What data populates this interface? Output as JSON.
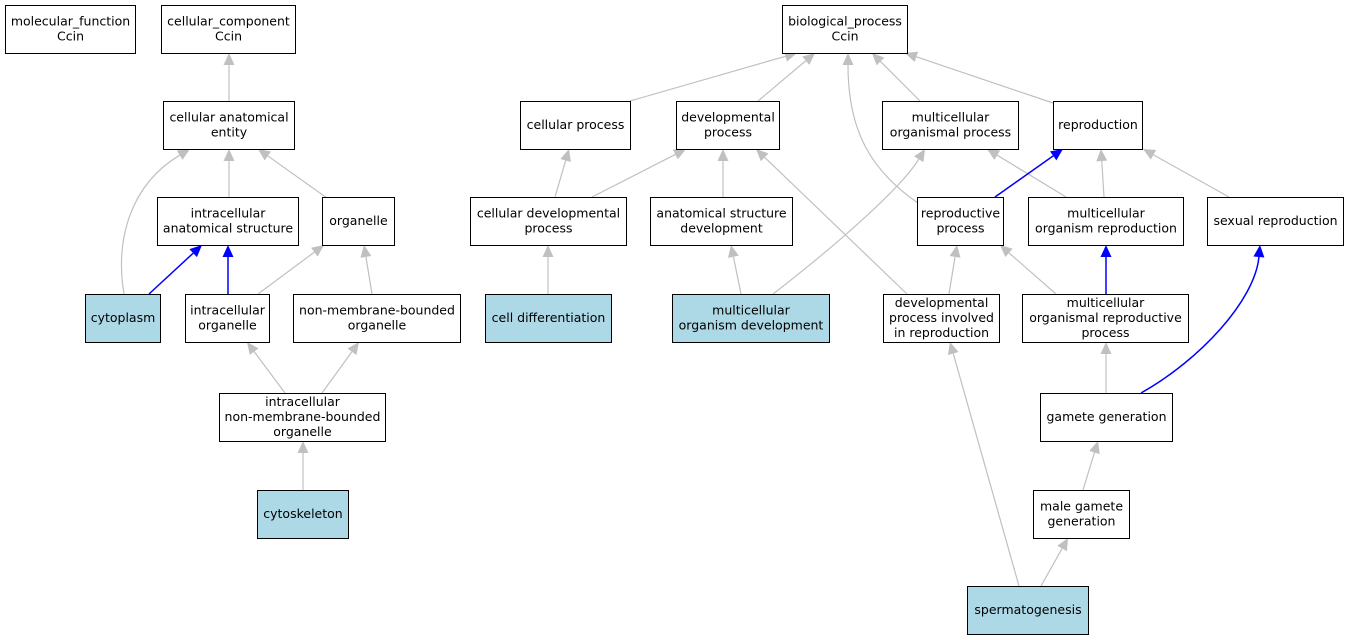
{
  "colors": {
    "node_default_fill": "#ffffff",
    "node_highlight_fill": "#add8e6",
    "edge_default": "#c0c0c0",
    "edge_highlight": "#0000ff"
  },
  "nodes": [
    {
      "id": "molecular-function",
      "lines": [
        "molecular_function",
        "Ccin"
      ],
      "highlight": false
    },
    {
      "id": "cellular-component",
      "lines": [
        "cellular_component",
        "Ccin"
      ],
      "highlight": false
    },
    {
      "id": "biological-process",
      "lines": [
        "biological_process",
        "Ccin"
      ],
      "highlight": false
    },
    {
      "id": "cellular-anatomical-entity",
      "lines": [
        "cellular anatomical",
        "entity"
      ],
      "highlight": false
    },
    {
      "id": "cellular-process",
      "lines": [
        "cellular process"
      ],
      "highlight": false
    },
    {
      "id": "developmental-process",
      "lines": [
        "developmental",
        "process"
      ],
      "highlight": false
    },
    {
      "id": "multicellular-organismal-process",
      "lines": [
        "multicellular",
        "organismal process"
      ],
      "highlight": false
    },
    {
      "id": "reproduction",
      "lines": [
        "reproduction"
      ],
      "highlight": false
    },
    {
      "id": "intracellular-anatomical-structure",
      "lines": [
        "intracellular",
        "anatomical structure"
      ],
      "highlight": false
    },
    {
      "id": "organelle",
      "lines": [
        "organelle"
      ],
      "highlight": false
    },
    {
      "id": "cellular-developmental-process",
      "lines": [
        "cellular developmental",
        "process"
      ],
      "highlight": false
    },
    {
      "id": "anatomical-structure-development",
      "lines": [
        "anatomical structure",
        "development"
      ],
      "highlight": false
    },
    {
      "id": "reproductive-process",
      "lines": [
        "reproductive",
        "process"
      ],
      "highlight": false
    },
    {
      "id": "multicellular-organism-reproduction",
      "lines": [
        "multicellular",
        "organism reproduction"
      ],
      "highlight": false
    },
    {
      "id": "sexual-reproduction",
      "lines": [
        "sexual reproduction"
      ],
      "highlight": false
    },
    {
      "id": "cytoplasm",
      "lines": [
        "cytoplasm"
      ],
      "highlight": true
    },
    {
      "id": "intracellular-organelle",
      "lines": [
        "intracellular",
        "organelle"
      ],
      "highlight": false
    },
    {
      "id": "non-membrane-bounded-organelle",
      "lines": [
        "non-membrane-bounded",
        "organelle"
      ],
      "highlight": false
    },
    {
      "id": "cell-differentiation",
      "lines": [
        "cell differentiation"
      ],
      "highlight": true
    },
    {
      "id": "multicellular-organism-development",
      "lines": [
        "multicellular",
        "organism development"
      ],
      "highlight": true
    },
    {
      "id": "developmental-process-involved-in-reproduction",
      "lines": [
        "developmental",
        "process involved",
        "in reproduction"
      ],
      "highlight": false
    },
    {
      "id": "multicellular-organismal-reproductive-process",
      "lines": [
        "multicellular",
        "organismal reproductive",
        "process"
      ],
      "highlight": false
    },
    {
      "id": "intracellular-non-membrane-bounded-organelle",
      "lines": [
        "intracellular",
        "non-membrane-bounded",
        "organelle"
      ],
      "highlight": false
    },
    {
      "id": "gamete-generation",
      "lines": [
        "gamete generation"
      ],
      "highlight": false
    },
    {
      "id": "cytoskeleton",
      "lines": [
        "cytoskeleton"
      ],
      "highlight": true
    },
    {
      "id": "male-gamete-generation",
      "lines": [
        "male gamete",
        "generation"
      ],
      "highlight": false
    },
    {
      "id": "spermatogenesis",
      "lines": [
        "spermatogenesis"
      ],
      "highlight": true
    }
  ],
  "edges": [
    {
      "from": "cellular-anatomical-entity",
      "to": "cellular-component",
      "highlight": false
    },
    {
      "from": "cellular-process",
      "to": "biological-process",
      "highlight": false
    },
    {
      "from": "developmental-process",
      "to": "biological-process",
      "highlight": false
    },
    {
      "from": "multicellular-organismal-process",
      "to": "biological-process",
      "highlight": false
    },
    {
      "from": "reproduction",
      "to": "biological-process",
      "highlight": false
    },
    {
      "from": "reproductive-process",
      "to": "biological-process",
      "highlight": false
    },
    {
      "from": "intracellular-anatomical-structure",
      "to": "cellular-anatomical-entity",
      "highlight": false
    },
    {
      "from": "organelle",
      "to": "cellular-anatomical-entity",
      "highlight": false
    },
    {
      "from": "cytoplasm",
      "to": "cellular-anatomical-entity",
      "highlight": false
    },
    {
      "from": "cellular-developmental-process",
      "to": "cellular-process",
      "highlight": false
    },
    {
      "from": "cellular-developmental-process",
      "to": "developmental-process",
      "highlight": false
    },
    {
      "from": "anatomical-structure-development",
      "to": "developmental-process",
      "highlight": false
    },
    {
      "from": "developmental-process-involved-in-reproduction",
      "to": "developmental-process",
      "highlight": false
    },
    {
      "from": "multicellular-organism-development",
      "to": "multicellular-organismal-process",
      "highlight": false
    },
    {
      "from": "multicellular-organism-reproduction",
      "to": "multicellular-organismal-process",
      "highlight": false
    },
    {
      "from": "reproductive-process",
      "to": "reproduction",
      "highlight": true
    },
    {
      "from": "multicellular-organism-reproduction",
      "to": "reproduction",
      "highlight": false
    },
    {
      "from": "sexual-reproduction",
      "to": "reproduction",
      "highlight": false
    },
    {
      "from": "cytoplasm",
      "to": "intracellular-anatomical-structure",
      "highlight": true
    },
    {
      "from": "intracellular-organelle",
      "to": "intracellular-anatomical-structure",
      "highlight": true
    },
    {
      "from": "intracellular-organelle",
      "to": "organelle",
      "highlight": false
    },
    {
      "from": "non-membrane-bounded-organelle",
      "to": "organelle",
      "highlight": false
    },
    {
      "from": "cell-differentiation",
      "to": "cellular-developmental-process",
      "highlight": false
    },
    {
      "from": "multicellular-organism-development",
      "to": "anatomical-structure-development",
      "highlight": false
    },
    {
      "from": "developmental-process-involved-in-reproduction",
      "to": "reproductive-process",
      "highlight": false
    },
    {
      "from": "multicellular-organismal-reproductive-process",
      "to": "reproductive-process",
      "highlight": false
    },
    {
      "from": "multicellular-organismal-reproductive-process",
      "to": "multicellular-organism-reproduction",
      "highlight": true
    },
    {
      "from": "gamete-generation",
      "to": "sexual-reproduction",
      "highlight": true
    },
    {
      "from": "intracellular-non-membrane-bounded-organelle",
      "to": "intracellular-organelle",
      "highlight": false
    },
    {
      "from": "intracellular-non-membrane-bounded-organelle",
      "to": "non-membrane-bounded-organelle",
      "highlight": false
    },
    {
      "from": "gamete-generation",
      "to": "multicellular-organismal-reproductive-process",
      "highlight": false
    },
    {
      "from": "spermatogenesis",
      "to": "developmental-process-involved-in-reproduction",
      "highlight": false
    },
    {
      "from": "cytoskeleton",
      "to": "intracellular-non-membrane-bounded-organelle",
      "highlight": false
    },
    {
      "from": "male-gamete-generation",
      "to": "gamete-generation",
      "highlight": false
    },
    {
      "from": "spermatogenesis",
      "to": "male-gamete-generation",
      "highlight": false
    }
  ]
}
